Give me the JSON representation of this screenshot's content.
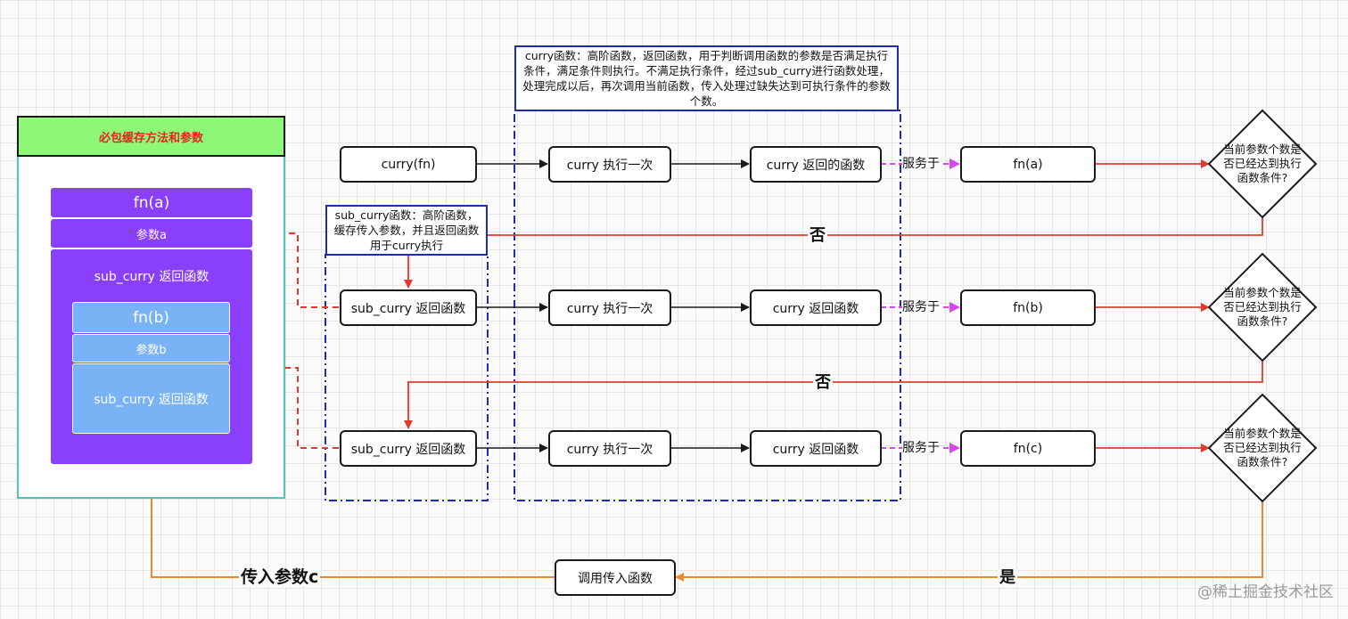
{
  "closure": {
    "title": "必包缓存方法和参数",
    "fn_a": "fn(a)",
    "param_a": "参数a",
    "sub_curry_outer": "sub_curry 返回函数",
    "fn_b": "fn(b)",
    "param_b": "参数b",
    "sub_curry_inner": "sub_curry 返回函数"
  },
  "notes": {
    "curry": "curry函数：高阶函数，返回函数，用于判断调用函数的参数是否满足执行条件，满足条件则执行。不满足执行条件，经过sub_curry进行函数处理，处理完成以后，再次调用当前函数，传入处理过缺失达到可执行条件的参数个数。",
    "sub_curry": "sub_curry函数：高阶函数，缓存传入参数，并且返回函数用于curry执行"
  },
  "rows": [
    {
      "start": "curry(fn)",
      "exec": "curry 执行一次",
      "ret": "curry 返回的函数",
      "serves": "服务于",
      "fn": "fn(a)",
      "check": "当前参数个数是否已经达到执行函数条件?"
    },
    {
      "start": "sub_curry 返回函数",
      "exec": "curry 执行一次",
      "ret": "curry 返回函数",
      "serves": "服务于",
      "fn": "fn(b)",
      "check": "当前参数个数是否已经达到执行函数条件?"
    },
    {
      "start": "sub_curry 返回函数",
      "exec": "curry 执行一次",
      "ret": "curry 返回函数",
      "serves": "服务于",
      "fn": "fn(c)",
      "check": "当前参数个数是否已经达到执行函数条件?"
    }
  ],
  "labels": {
    "no_1": "否",
    "no_2": "否",
    "yes": "是",
    "call_fn": "调用传入函数",
    "pass_c": "传入参数c"
  },
  "watermark": "@稀土掘金技术社区",
  "colors": {
    "red": "#e03a2f",
    "orange": "#ec8a2b",
    "magenta": "#d946ef",
    "purple": "#8a3ffc",
    "light_blue": "#7ab3f5",
    "green_header": "#8ef777",
    "teal_border": "#4fc6b8",
    "note_border": "#1f2bb5"
  }
}
